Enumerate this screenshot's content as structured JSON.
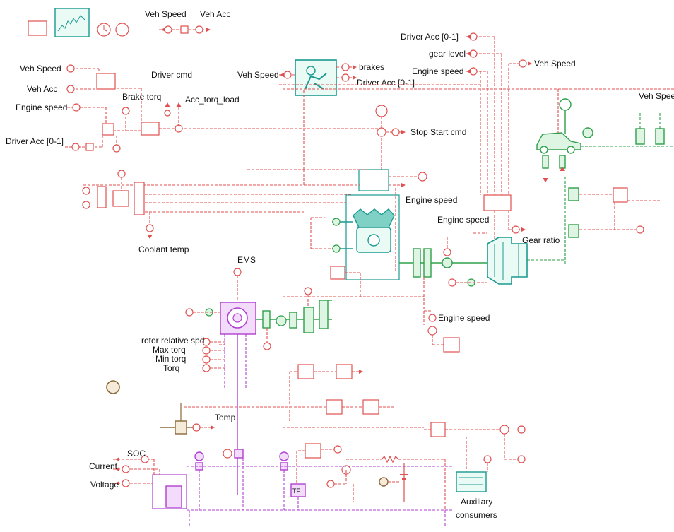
{
  "labels": {
    "veh_speed_top1": "Veh Speed",
    "veh_acc_top": "Veh Acc",
    "veh_speed_left": "Veh Speed",
    "veh_acc_left": "Veh Acc",
    "engine_speed_left": "Engine speed",
    "driver_acc_left": "Driver Acc [0-1]",
    "driver_cmd": "Driver cmd",
    "brake_torq": "Brake torq",
    "acc_torq_load": "Acc_torq_load",
    "veh_speed_driver": "Veh Speed",
    "brakes": "brakes",
    "driver_acc_out": "Driver Acc [0-1]",
    "driver_acc_right": "Driver Acc [0-1]",
    "gear_level": "gear level",
    "engine_speed_right": "Engine speed",
    "veh_speed_right": "Veh Speed",
    "veh_speed_far": "Veh Spee",
    "stop_start": "Stop Start cmd",
    "engine_speed_mid": "Engine speed",
    "engine_speed_gear": "Engine speed",
    "gear_ratio": "Gear ratio",
    "coolant_temp": "Coolant temp",
    "ems": "EMS",
    "engine_speed_low": "Engine speed",
    "rotor_spd": "rotor relative spd",
    "max_torq": "Max torq",
    "min_torq": "Min torq",
    "torq": "Torq",
    "temp": "Temp",
    "soc": "SOC",
    "current": "Current",
    "voltage": "Voltage",
    "auxiliary": "Auxiliary",
    "consumers": "consumers",
    "tf": "TF"
  },
  "colors": {
    "signal": "#e05050",
    "mechanical": "#2ea04a",
    "electrical": "#b040d0",
    "engine": "#1a9a90"
  }
}
